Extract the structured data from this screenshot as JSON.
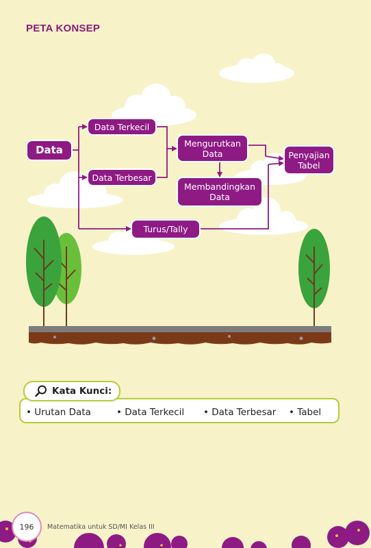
{
  "page_title": "PETA KONSEP",
  "concept_map": {
    "data": "Data",
    "data_terkecil": "Data Terkecil",
    "data_terbesar": "Data Terbesar",
    "mengurutkan_1": "Mengurutkan",
    "mengurutkan_2": "Data",
    "membandingkan_1": "Membandingkan",
    "membandingkan_2": "Data",
    "penyajian_1": "Penyajian",
    "penyajian_2": "Tabel",
    "turus": "Turus/Tally"
  },
  "kata_kunci": {
    "title": "Kata Kunci:",
    "items": [
      "• Urutan Data",
      "• Data Terkecil",
      "• Data Terbesar",
      "• Tabel"
    ]
  },
  "footer": {
    "page_number": "196",
    "book_title": "Matematika untuk SD/MI Kelas III"
  },
  "colors": {
    "background": "#f7f2c8",
    "node": "#8e1a84",
    "arrow": "#8e1a84",
    "accent_green": "#b3cd36",
    "title": "#8b1a7c"
  },
  "icons": [
    "magnifier-icon"
  ]
}
